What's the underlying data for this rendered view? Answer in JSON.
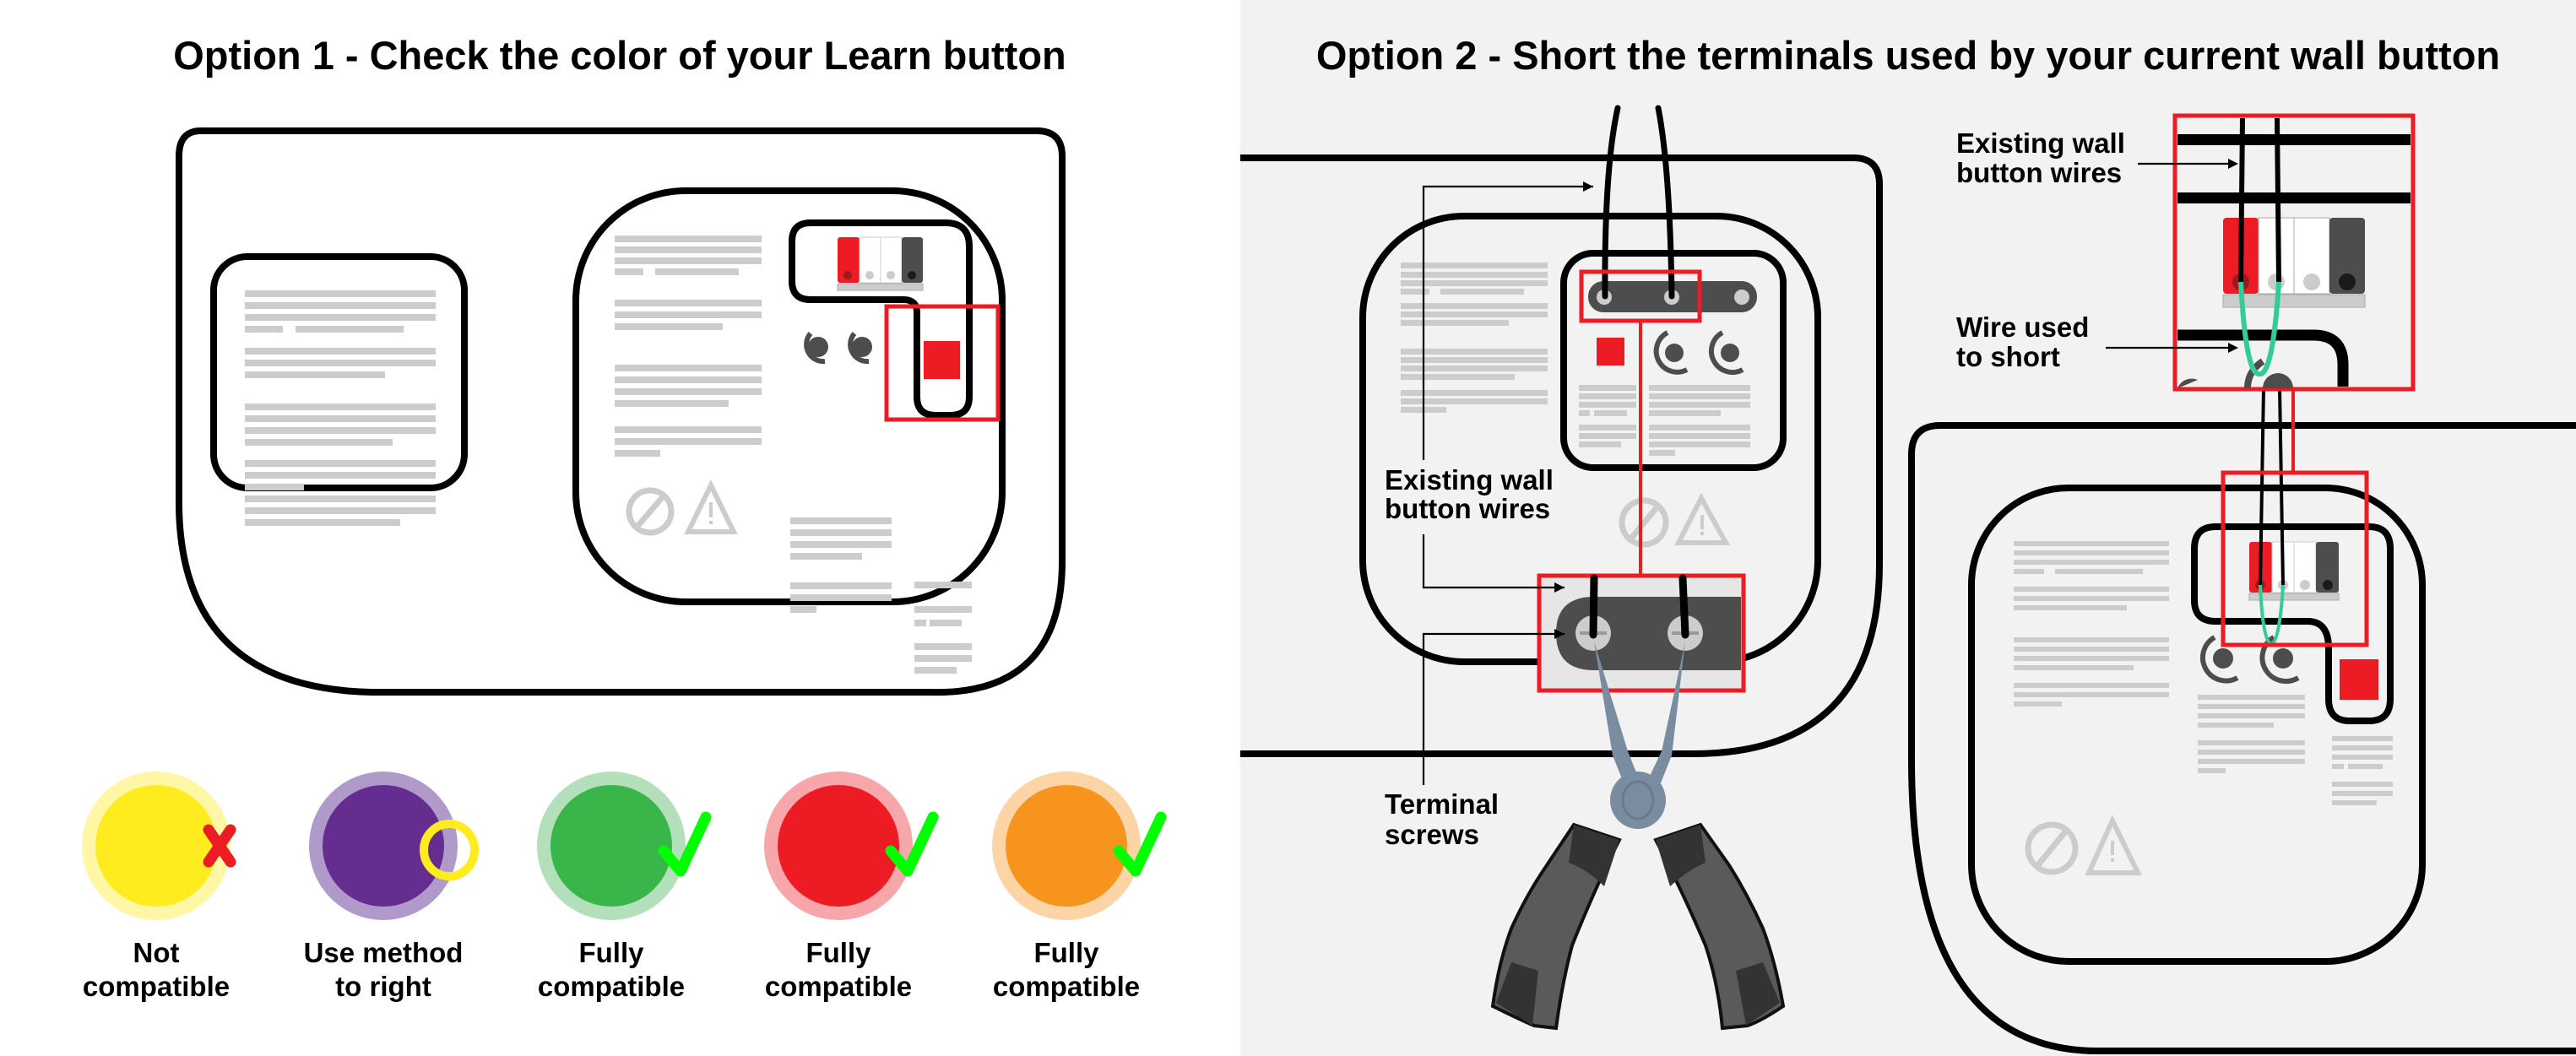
{
  "option1": {
    "title": "Option 1 - Check the color of your Learn button",
    "learn_button_color": "#ed1c24",
    "legend": [
      {
        "color_name": "yellow",
        "fill": "#ffec1e",
        "halo": "#fff7a6",
        "badge": "x-mark",
        "badge_color": "#ed1c24",
        "line1": "Not",
        "line2": "compatible"
      },
      {
        "color_name": "purple",
        "fill": "#662d91",
        "halo": "#b09aca",
        "badge": "ring",
        "badge_color": "#ffec1e",
        "line1": "Use method",
        "line2": "to right"
      },
      {
        "color_name": "green",
        "fill": "#39b54a",
        "halo": "#b3e0bb",
        "badge": "checkmark",
        "badge_color": "#00ff00",
        "line1": "Fully",
        "line2": "compatible"
      },
      {
        "color_name": "red",
        "fill": "#ed1c24",
        "halo": "#f7a6a9",
        "badge": "checkmark",
        "badge_color": "#00ff00",
        "line1": "Fully",
        "line2": "compatible"
      },
      {
        "color_name": "orange",
        "fill": "#f7941d",
        "halo": "#fcd4a6",
        "badge": "checkmark",
        "badge_color": "#00ff00",
        "line1": "Fully",
        "line2": "compatible"
      }
    ]
  },
  "option2": {
    "title": "Option 2 - Short the terminals used by your current wall button",
    "callouts": {
      "left_wires_line1": "Existing wall",
      "left_wires_line2": "button wires",
      "terminal_line1": "Terminal",
      "terminal_line2": "screws",
      "right_wires_line1": "Existing wall",
      "right_wires_line2": "button wires",
      "short_line1": "Wire used",
      "short_line2": "to short"
    },
    "short_wire_color": "#33cc99",
    "highlight_color": "#ed1c24"
  },
  "colors": {
    "panel_bg": "#f2f2f2",
    "outline": "#000000",
    "terminal_red": "#ed1c24",
    "terminal_dark": "#4d4d4d",
    "plier_metal": "#7a8ca0",
    "plier_grip": "#5a5a5a"
  }
}
